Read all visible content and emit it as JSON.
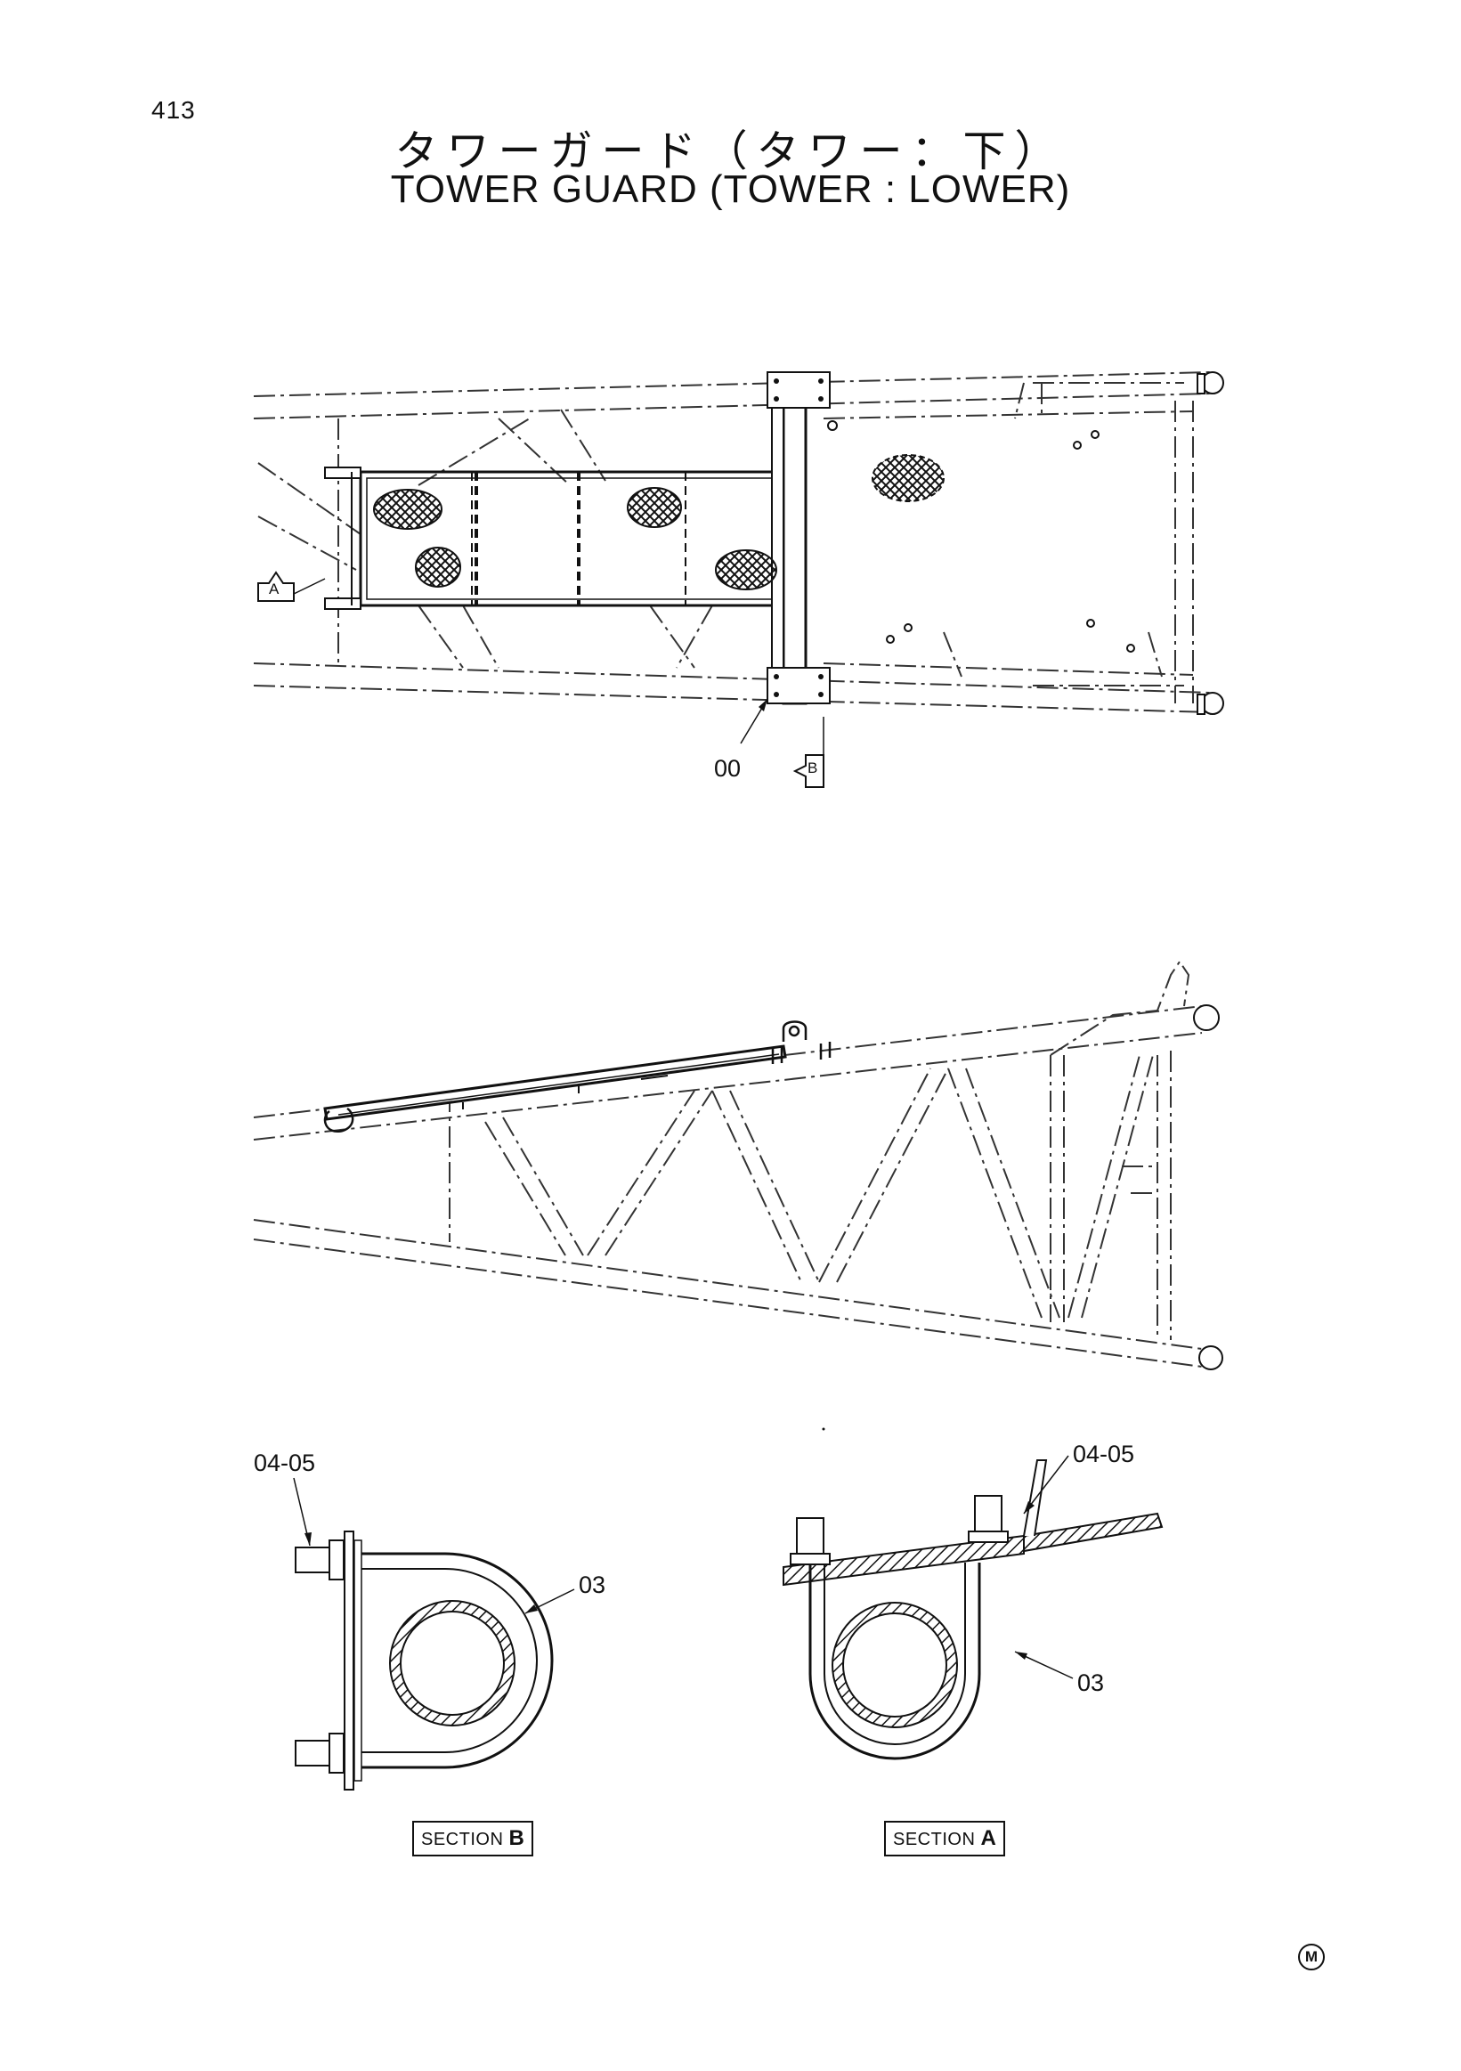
{
  "page": {
    "page_number": "413",
    "title_jp": "タワーガード（タワー：下）",
    "title_en": "TOWER GUARD (TOWER : LOWER)"
  },
  "callouts": {
    "part_00": "00",
    "view_a": "A",
    "view_b": "B",
    "part_04_05_left": "04-05",
    "part_03_left": "03",
    "part_04_05_right": "04-05",
    "part_03_right": "03"
  },
  "sections": {
    "section_b": {
      "prefix": "SECTION",
      "letter": "B"
    },
    "section_a": {
      "prefix": "SECTION",
      "letter": "A"
    }
  },
  "mark": {
    "symbol": "M"
  }
}
